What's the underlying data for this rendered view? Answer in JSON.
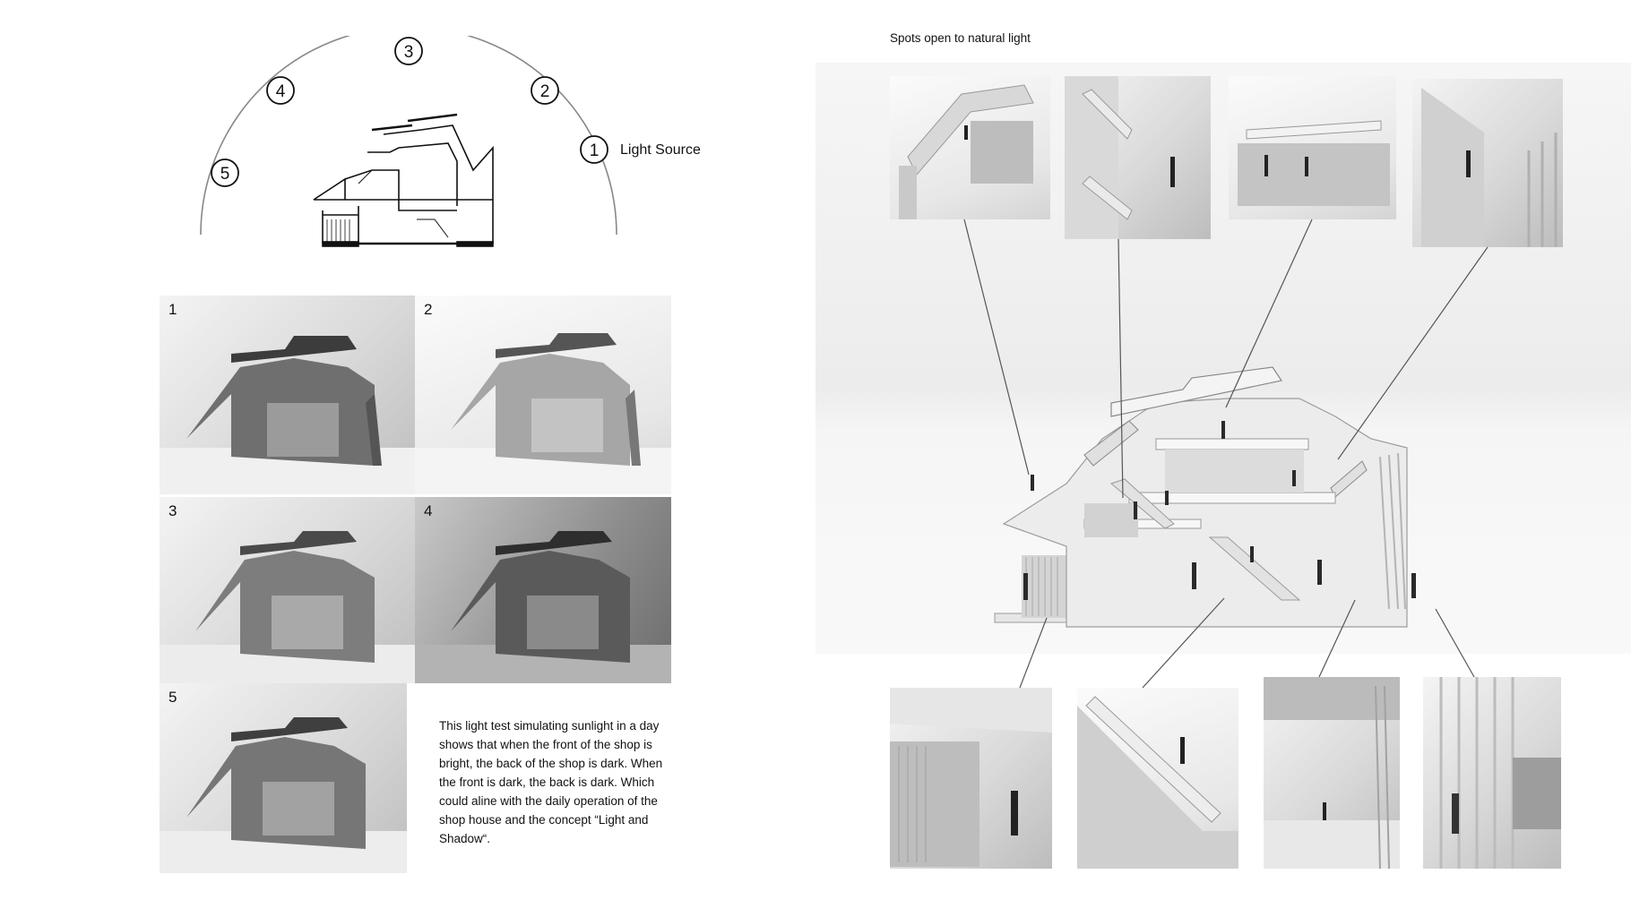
{
  "diagram": {
    "positions": [
      "1",
      "2",
      "3",
      "4",
      "5"
    ],
    "light_source_label": "Light Source"
  },
  "tiles": [
    {
      "label": "1"
    },
    {
      "label": "2"
    },
    {
      "label": "3"
    },
    {
      "label": "4"
    },
    {
      "label": "5"
    }
  ],
  "description": "This light test simulating sunlight in a day shows that when the front of the shop is bright, the back of the shop is dark. When the front is dark, the back is dark. Which could aline with the daily operation of the shop house and the concept “Light and Shadow“.",
  "spots_title": "Spots open to natural light"
}
